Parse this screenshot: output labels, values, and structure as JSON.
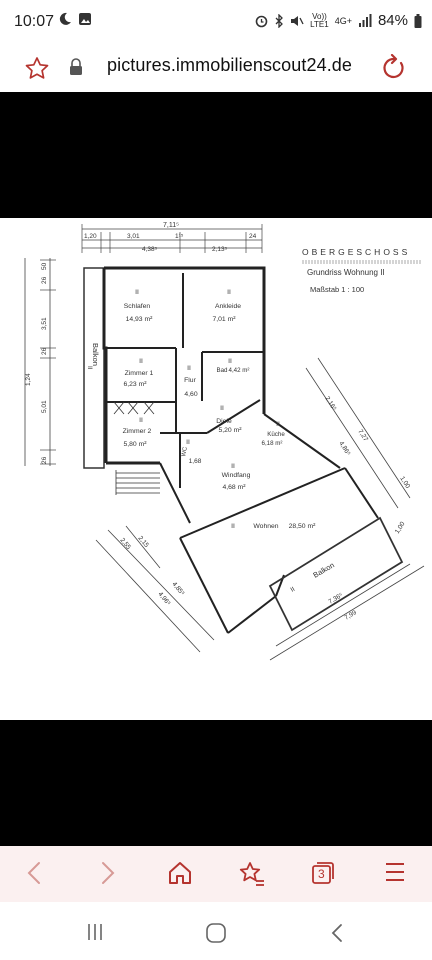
{
  "status": {
    "time": "10:07",
    "network": "LTE1",
    "signal_tag": "4G+",
    "volte": "Vo))",
    "battery": "84%"
  },
  "browser": {
    "url": "pictures.immobilienscout24.de",
    "tab_count": "3"
  },
  "plan": {
    "header_title": "OBERGESCHOSS",
    "header_subtitle": "Grundriss Wohnung II",
    "header_scale": "Maßstab 1 : 100",
    "dims_top": {
      "total": "7,11⁵",
      "seg1": "1,20",
      "seg2": "3,01",
      "seg3": "1¹⁵",
      "seg4": "24",
      "seg5": "4,38⁵",
      "seg6": "2,13⁵"
    },
    "dims_left": {
      "a": "3,51",
      "b": "5,01",
      "c": "26",
      "d": "26",
      "e": "26",
      "f": "50",
      "g": "1,24"
    },
    "rooms": [
      {
        "mark": "II",
        "name": "Schlafen",
        "area": "14,93 m²"
      },
      {
        "mark": "II",
        "name": "Ankleide",
        "area": "7,01 m²"
      },
      {
        "mark": "II",
        "name": "Zimmer 1",
        "area": "6,23 m²"
      },
      {
        "mark": "II",
        "name": "Flur",
        "area": "4,60"
      },
      {
        "mark": "II",
        "name": "Bad",
        "area": "4,42 m²"
      },
      {
        "mark": "II",
        "name": "Zimmer 2",
        "area": "5,80 m²"
      },
      {
        "mark": "II",
        "name": "WC",
        "area": "1,68"
      },
      {
        "mark": "II",
        "name": "Diele",
        "area": "5,20 m²"
      },
      {
        "mark": "II",
        "name": "Küche",
        "area": "6,18 m²"
      },
      {
        "mark": "II",
        "name": "Windfang",
        "area": "4,68 m²"
      },
      {
        "mark": "II",
        "name": "Wohnen",
        "area": "28,50 m²"
      }
    ],
    "balcony_left": "Balkon",
    "balcony_right": "Balkon",
    "dims_right": {
      "a": "2,16⁵",
      "b": "4,86⁵",
      "c": "7,27",
      "d": "1,00",
      "e": "7,36⁵",
      "f": "7,99",
      "g": "1,00"
    },
    "dims_lower_left": {
      "a": "2,55",
      "b": "2,15",
      "c": "4,85⁵",
      "d": "4,96⁵"
    },
    "marks": {
      "ii": "II",
      "i": "I"
    }
  }
}
